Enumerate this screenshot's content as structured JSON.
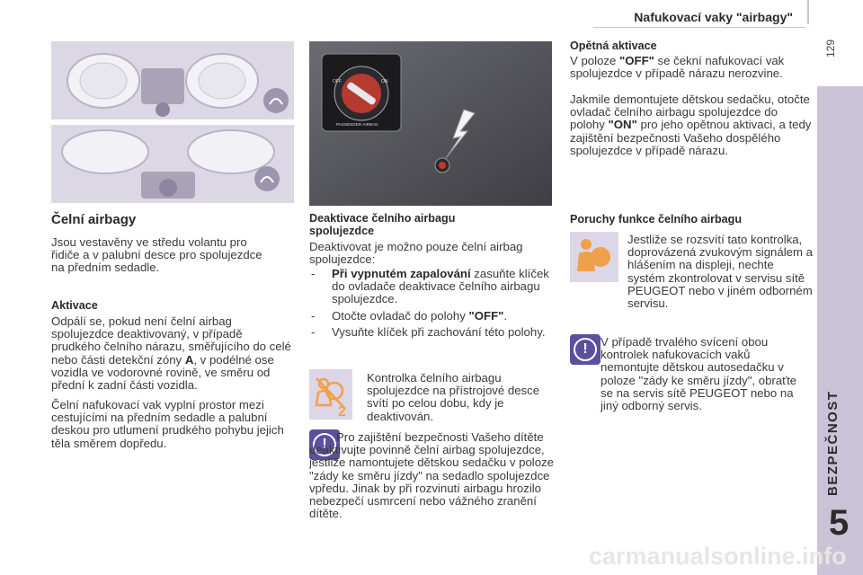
{
  "header": {
    "title": "Nafukovací vaky \"airbagy\"",
    "page_number": "129"
  },
  "sidebar": {
    "chapter_label": "BEZPEČNOST",
    "chapter_number": "5"
  },
  "left": {
    "title": "Čelní airbagy",
    "intro": "Jsou vestavěny ve středu volantu pro řidiče a v palubní desce pro spolujezdce na předním sedadle.",
    "activation_heading": "Aktivace",
    "activation_text_1": "Odpálí se, pokud není čelní airbag spolujezdce deaktivovaný, v případě prudkého čelního nárazu, směřujícího do celé nebo části detekční zóny",
    "zone_letter": "A",
    "activation_text_2": ", v podélné ose vozidla ve vodorovné rovině, ve směru od přední k zadní části vozidla.",
    "inflation_text": "Čelní nafukovací vak vyplní prostor mezi cestujícími na předním sedadle a palubní deskou pro utlumení prudkého pohybu jejich těla směrem dopředu."
  },
  "middle": {
    "heading": "Deaktivace čelního airbagu spolujezdce",
    "intro": "Deaktivovat je možno pouze čelní airbag spolujezdce:",
    "steps": [
      {
        "bold": "Při vypnutém zapalování",
        "rest": " zasuňte klíček do ovladače deaktivace čelního airbagu spolujezdce."
      },
      {
        "pre": "Otočte ovladač do polohy ",
        "bold": "\"OFF\"",
        "post": "."
      },
      {
        "text": "Vysuňte klíček při zachování této polohy."
      }
    ],
    "lamp_note": "Kontrolka čelního airbagu spolujezdce na přístrojové desce svítí po celou dobu, kdy je deaktivován.",
    "warning_note": "Pro zajištění bezpečnosti Vašeho dítěte deaktivujte povinně čelní airbag spolujezdce, jestliže namontujete dětskou sedačku v poloze \"zády ke směru jízdy\" na sedadlo spolujezdce vpředu. Jinak by při rozvinutí airbagu hrozilo nebezpečí usmrcení nebo vážného zranění dítěte.",
    "switch_labels": {
      "off": "OFF",
      "on": "ON",
      "caption": "PASSENGER AIRBAG"
    }
  },
  "right": {
    "reactivation_heading": "Opětná aktivace",
    "reactivation_text_1_pre": "V poloze ",
    "reactivation_text_1_bold": "\"OFF\"",
    "reactivation_text_1_post": " se čekní nafukovací vak spolujezdce v případě nárazu nerozvine.",
    "reactivation_text_2_pre": "Jakmile demontujete dětskou sedačku, otočte ovladač čelního airbagu spolujezdce do polohy ",
    "reactivation_text_2_bold": "\"ON\"",
    "reactivation_text_2_post": " pro jeho opětnou aktivaci, a tedy zajištění bezpečnosti Vašeho dospělého spolujezdce v případě nárazu.",
    "faults_heading": "Poruchy funkce čelního airbagu",
    "faults_text": "Jestliže se rozsvítí tato kontrolka, doprovázená zvukovým signálem a hlášením na displeji, nechte systém zkontrolovat v servisu sítě PEUGEOT nebo v jiném odborném servisu.",
    "warning_text": "V případě trvalého svícení obou kontrolek nafukovacích vaků nemontujte dětskou autosedačku v poloze \"zády ke směru jízdy\", obraťte se na servis sítě PEUGEOT nebo na jiný odborný servis."
  },
  "watermark": "carmanualsonline.info",
  "colors": {
    "accent": "#5c4f9c",
    "tab": "#cac2d6",
    "lamp_orange": "#f0a04b"
  }
}
